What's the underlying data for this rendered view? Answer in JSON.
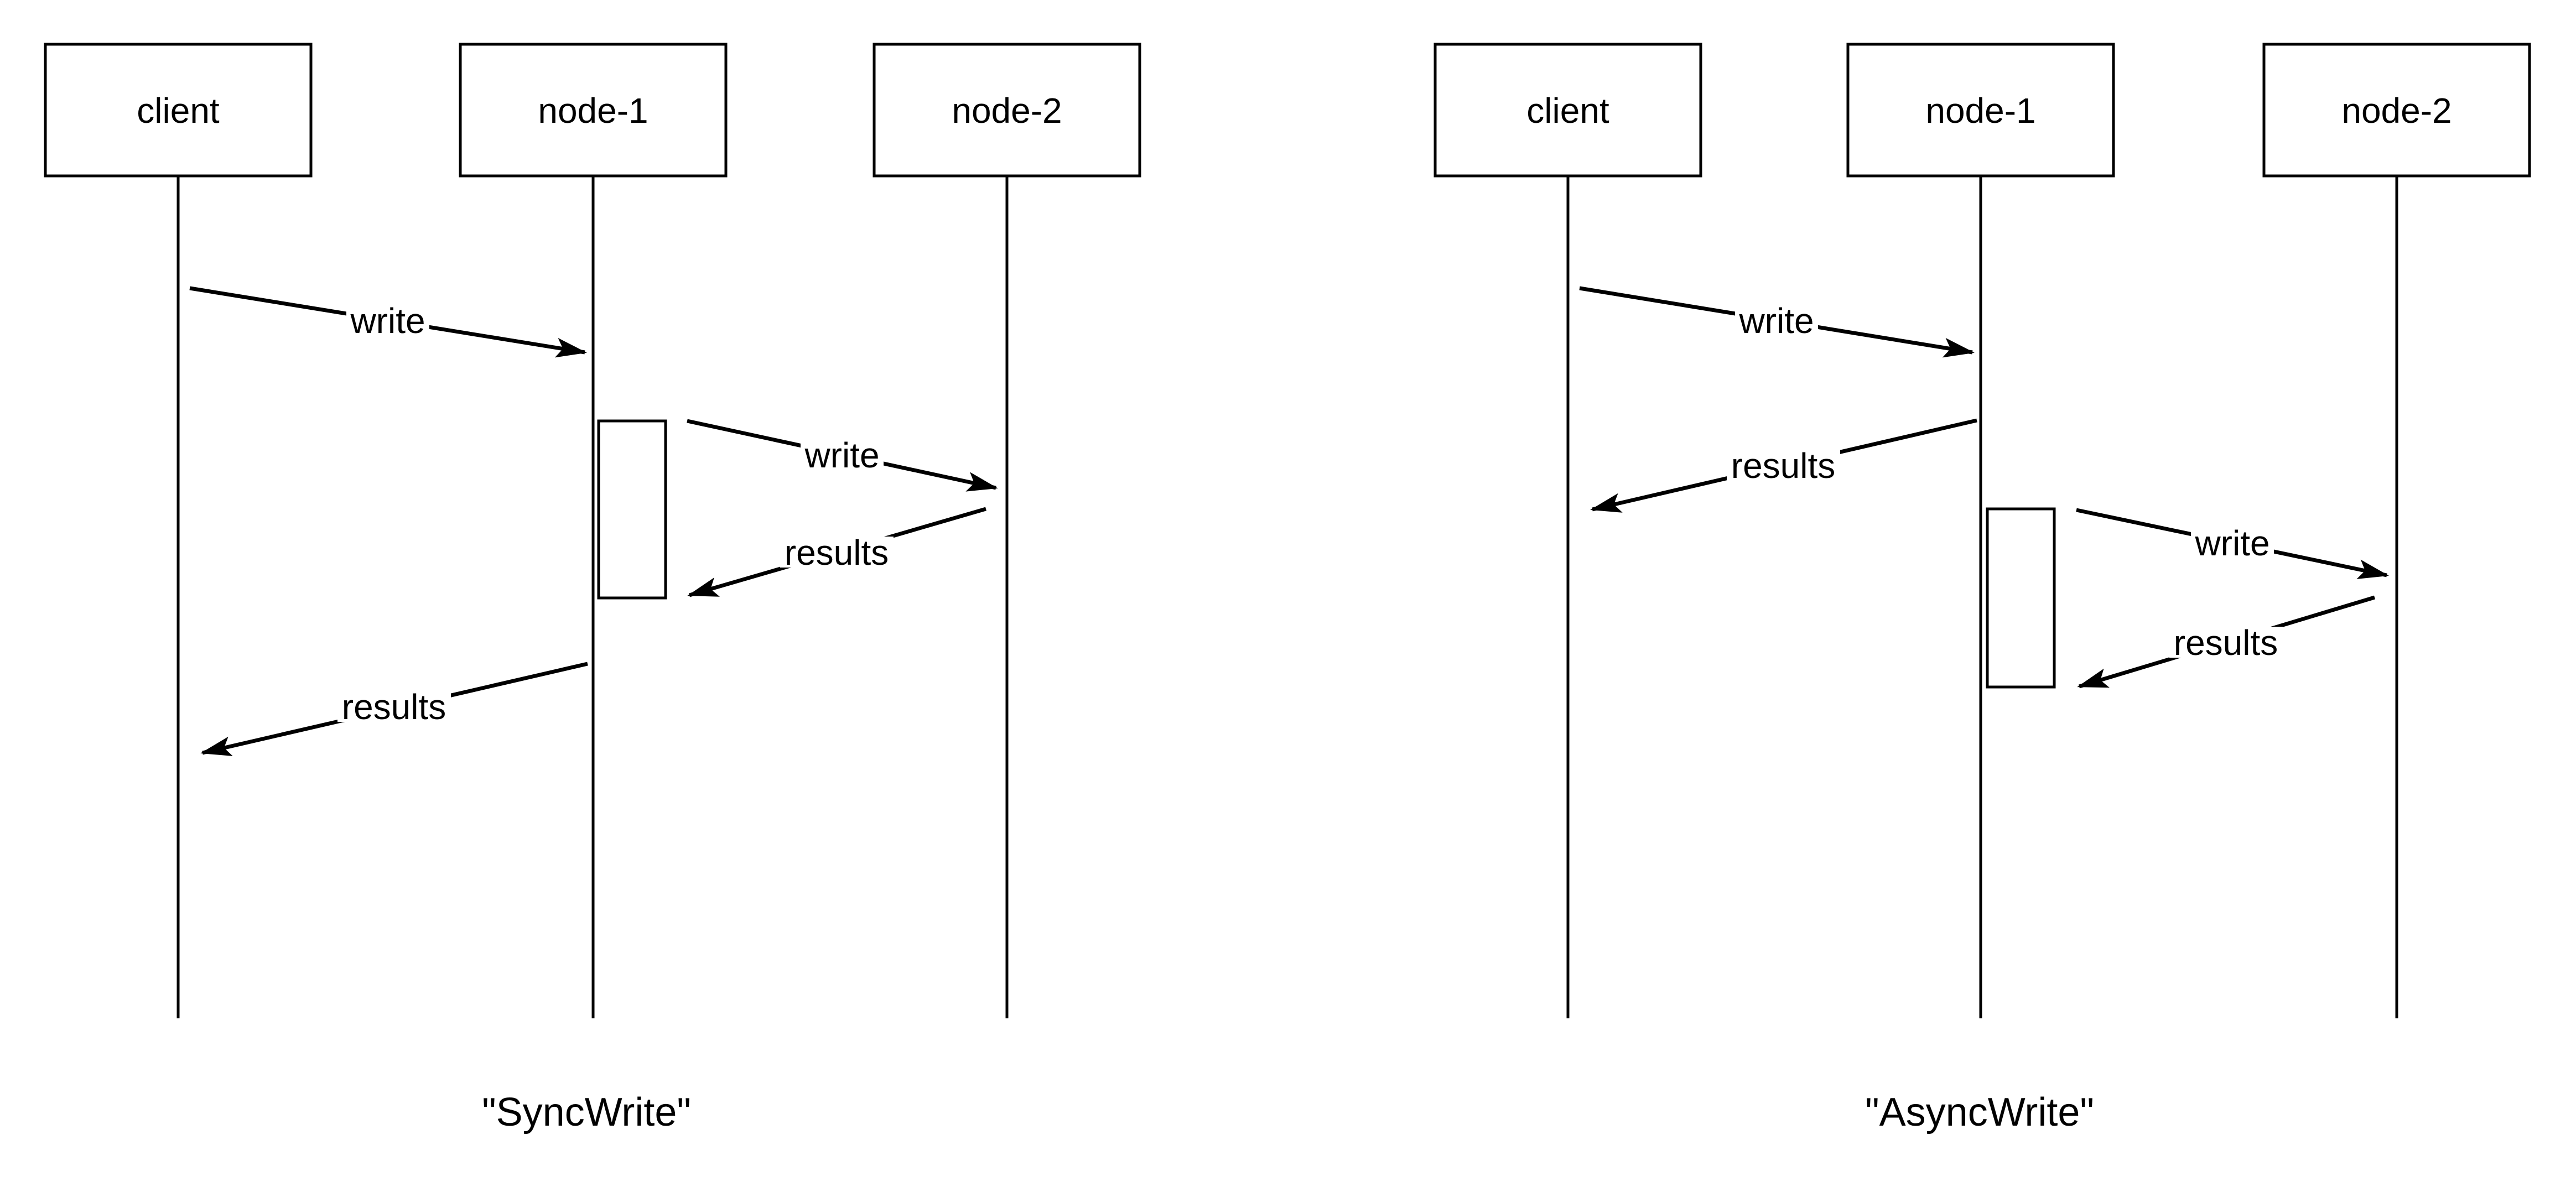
{
  "background": "#ffffff",
  "ink": "#000000",
  "diagrams": [
    {
      "caption": "\"SyncWrite\"",
      "actors": [
        {
          "label": "client"
        },
        {
          "label": "node-1"
        },
        {
          "label": "node-2"
        }
      ],
      "messages": [
        {
          "label": "write",
          "from": "client",
          "to": "node-1"
        },
        {
          "label": "write",
          "from": "node-1",
          "to": "node-2"
        },
        {
          "label": "results",
          "from": "node-2",
          "to": "node-1"
        },
        {
          "label": "results",
          "from": "node-1",
          "to": "client"
        }
      ]
    },
    {
      "caption": "\"AsyncWrite\"",
      "actors": [
        {
          "label": "client"
        },
        {
          "label": "node-1"
        },
        {
          "label": "node-2"
        }
      ],
      "messages": [
        {
          "label": "write",
          "from": "client",
          "to": "node-1"
        },
        {
          "label": "results",
          "from": "node-1",
          "to": "client"
        },
        {
          "label": "write",
          "from": "node-1",
          "to": "node-2"
        },
        {
          "label": "results",
          "from": "node-2",
          "to": "node-1"
        }
      ]
    }
  ]
}
